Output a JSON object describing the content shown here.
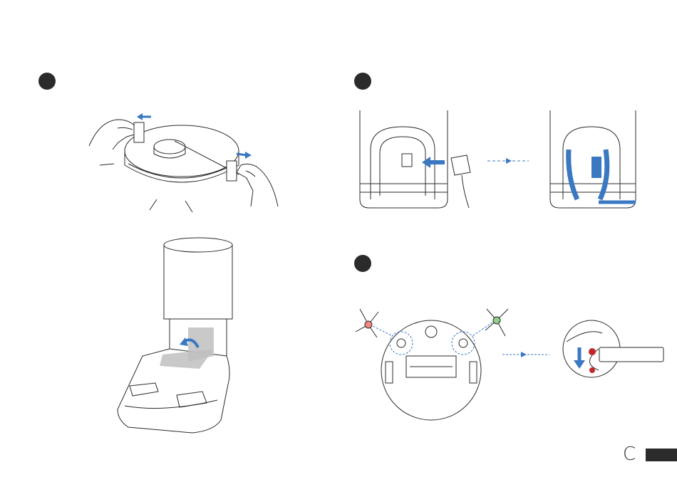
{
  "page": {
    "letter": "C"
  },
  "colors": {
    "accent_blue": "#3a78c2",
    "line": "#2b2b2b",
    "shade": "#bfbfbf",
    "side_brush_red": "#f08a80",
    "side_brush_green": "#8fd08a",
    "mark_red": "#c0282a"
  },
  "steps": [
    {
      "id": 1,
      "figure": "remove-robot-bumper-tapes"
    },
    {
      "id": 2,
      "figure": "connect-power-cord-to-station"
    },
    {
      "id": 3,
      "figure": "install-side-brushes"
    }
  ]
}
